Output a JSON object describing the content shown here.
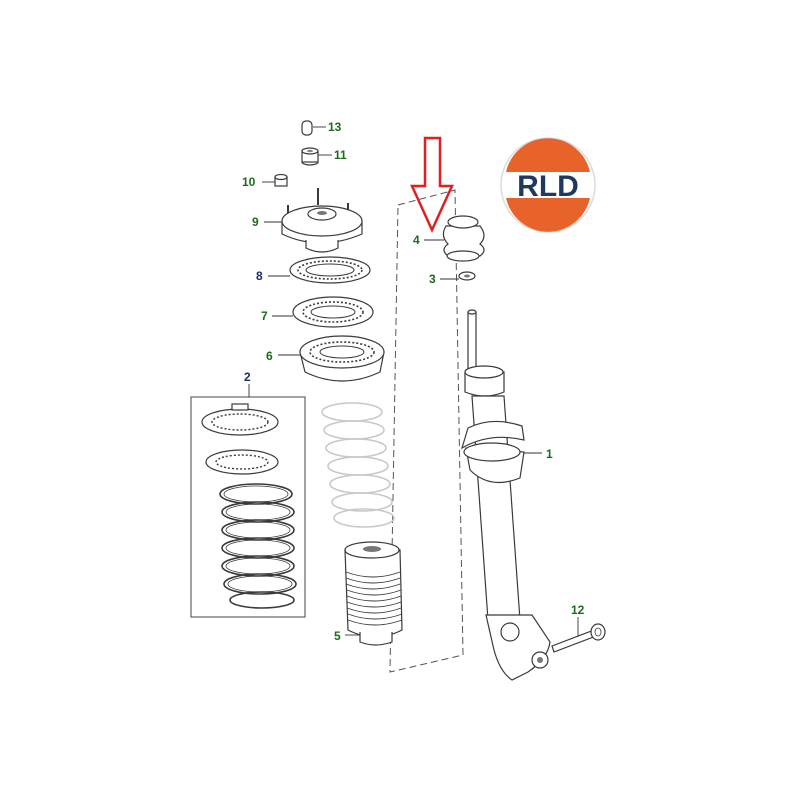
{
  "callouts": [
    {
      "id": "c1",
      "text": "1",
      "color": "#1a6b1a"
    },
    {
      "id": "c2",
      "text": "2",
      "color": "#1a2b6b"
    },
    {
      "id": "c3",
      "text": "3",
      "color": "#1a6b1a"
    },
    {
      "id": "c4",
      "text": "4",
      "color": "#1a6b1a"
    },
    {
      "id": "c5",
      "text": "5",
      "color": "#1a6b1a"
    },
    {
      "id": "c6",
      "text": "6",
      "color": "#1a6b1a"
    },
    {
      "id": "c7",
      "text": "7",
      "color": "#1a6b1a"
    },
    {
      "id": "c8",
      "text": "8",
      "color": "#1a2b6b"
    },
    {
      "id": "c9",
      "text": "9",
      "color": "#1a6b1a"
    },
    {
      "id": "c10",
      "text": "10",
      "color": "#1a6b1a"
    },
    {
      "id": "c11",
      "text": "11",
      "color": "#1a6b1a"
    },
    {
      "id": "c12",
      "text": "12",
      "color": "#1a6b1a"
    },
    {
      "id": "c13",
      "text": "13",
      "color": "#1a6b1a"
    }
  ],
  "logo": {
    "text": "RLD",
    "orange": "#e8632a",
    "navy": "#1f3a5f"
  },
  "arrow": {
    "color": "#e02020"
  }
}
